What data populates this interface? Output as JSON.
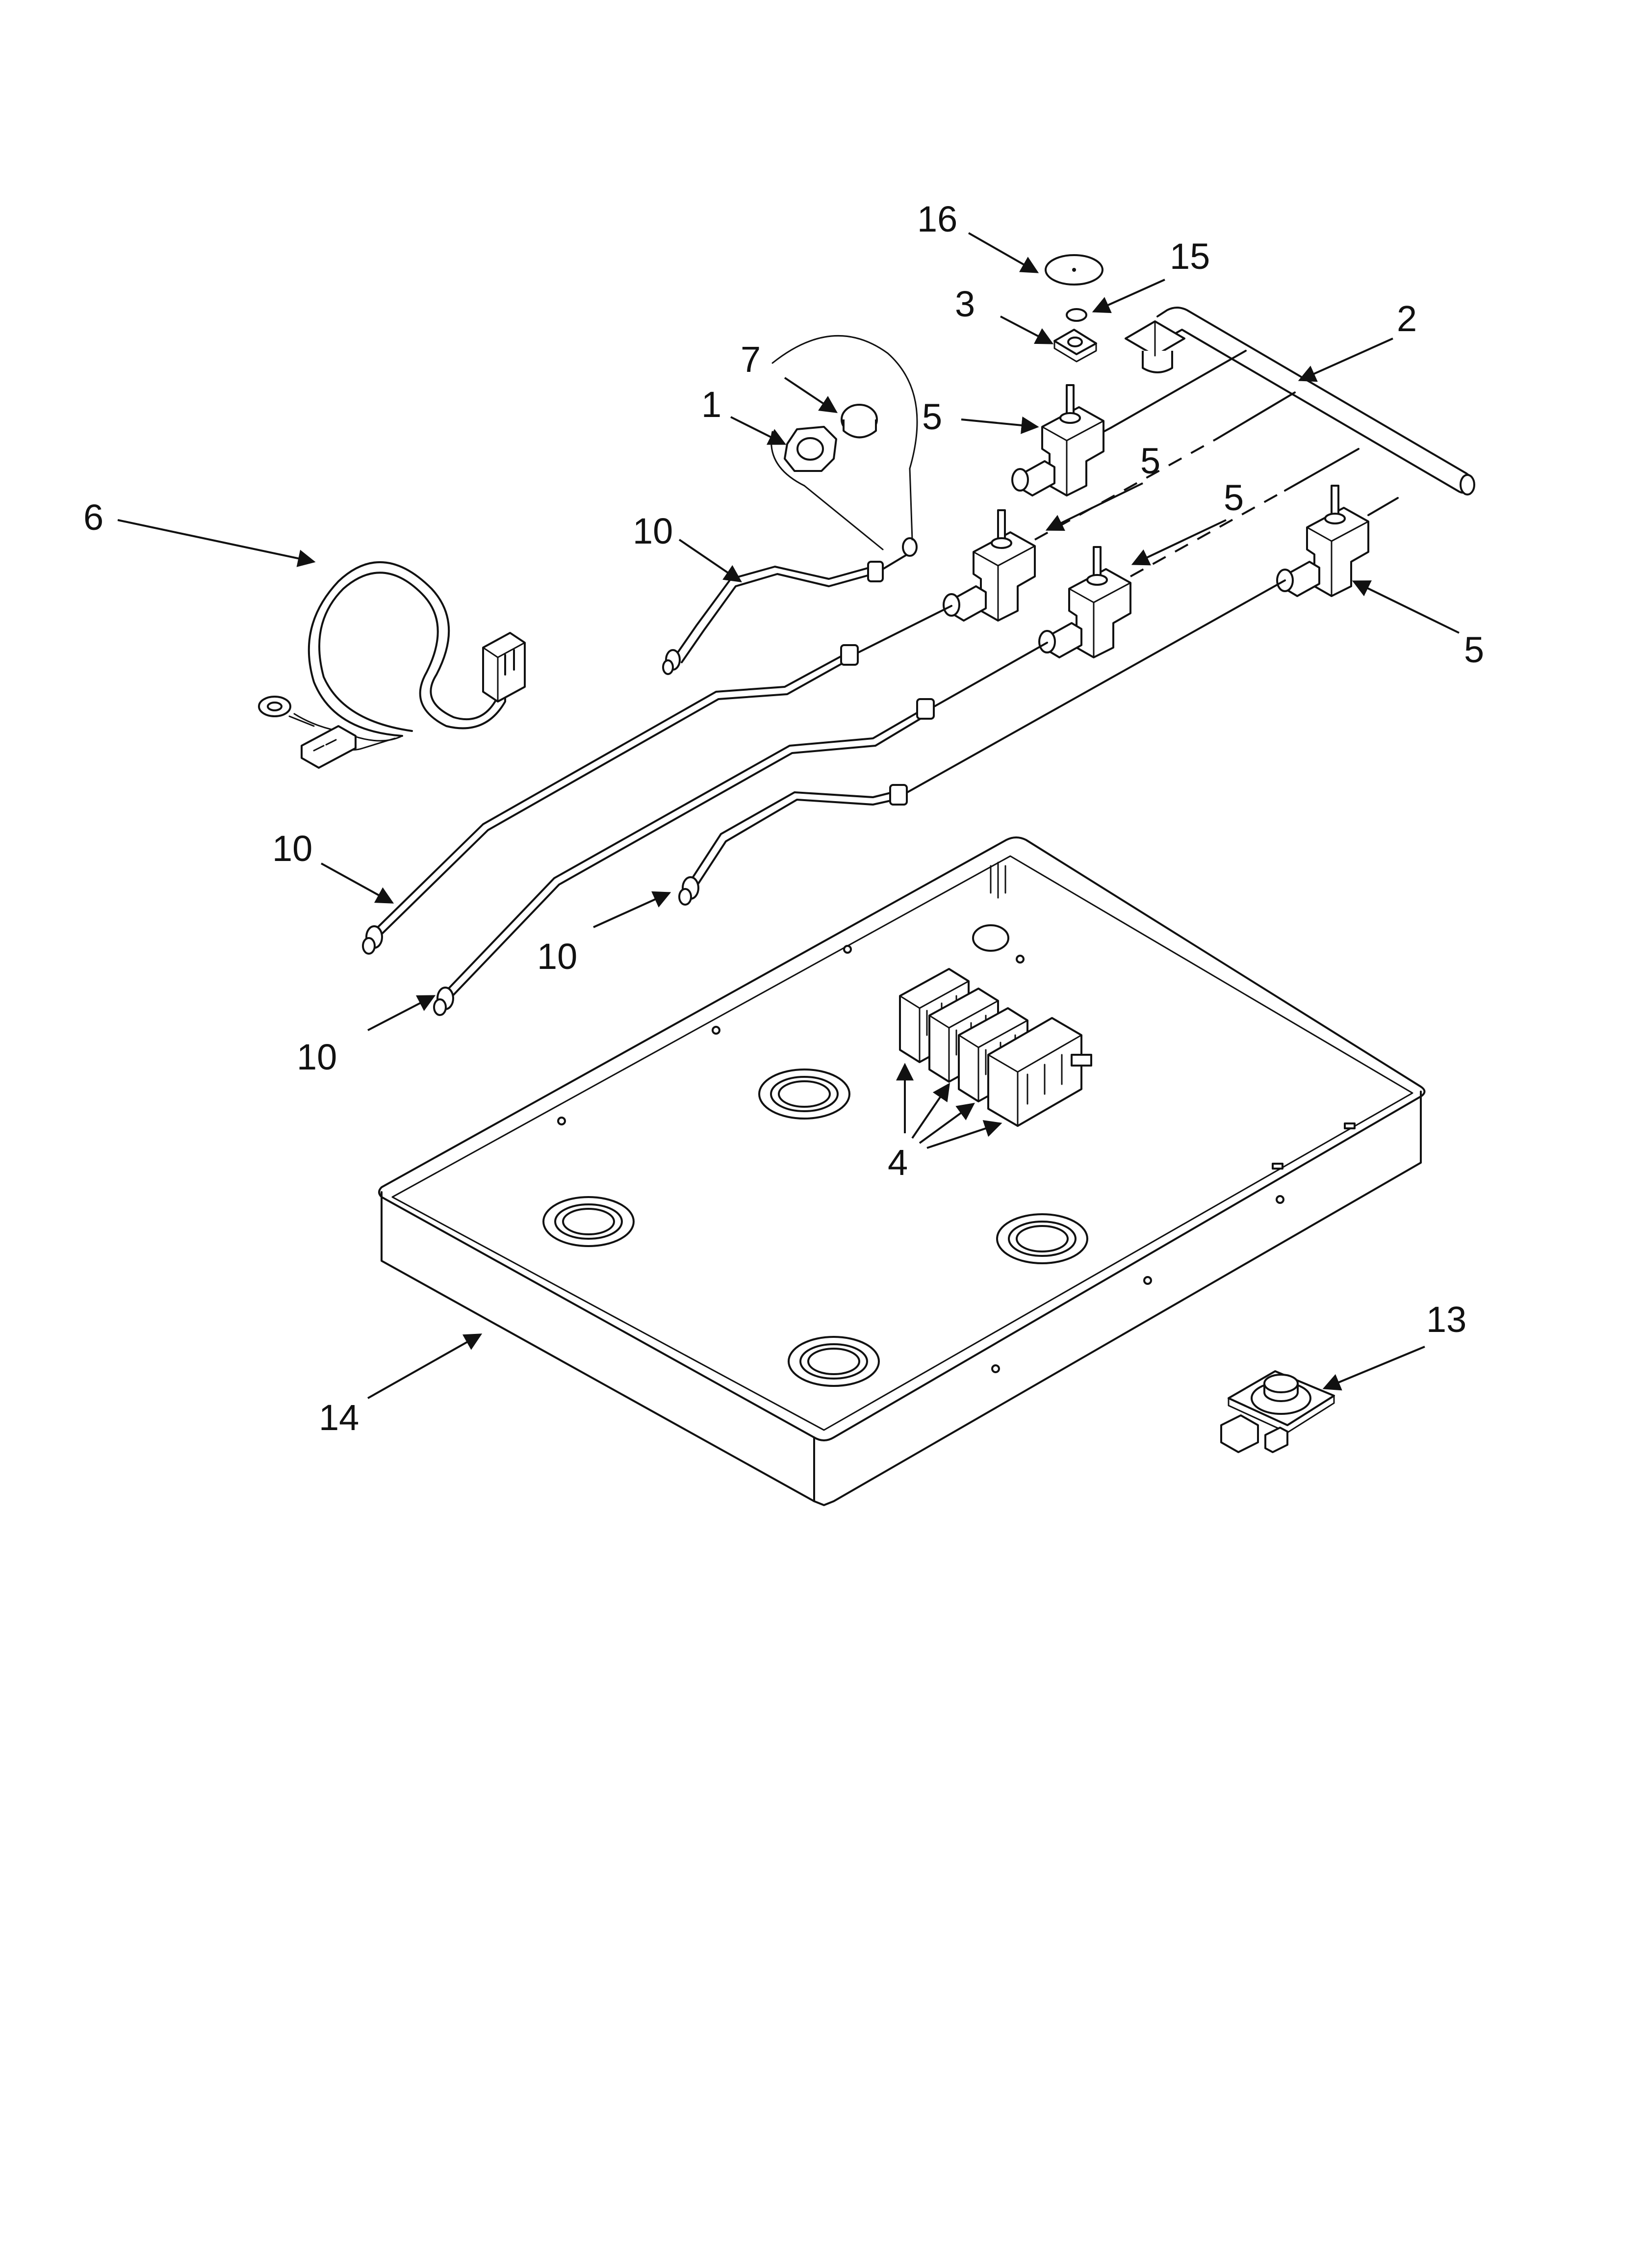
{
  "callouts": {
    "c1": "1",
    "c2": "2",
    "c3": "3",
    "c4": "4",
    "c5a": "5",
    "c5b": "5",
    "c5c": "5",
    "c5d": "5",
    "c6": "6",
    "c7": "7",
    "c10a": "10",
    "c10b": "10",
    "c10c": "10",
    "c10d": "10",
    "c13": "13",
    "c14": "14",
    "c15": "15",
    "c16": "16"
  }
}
